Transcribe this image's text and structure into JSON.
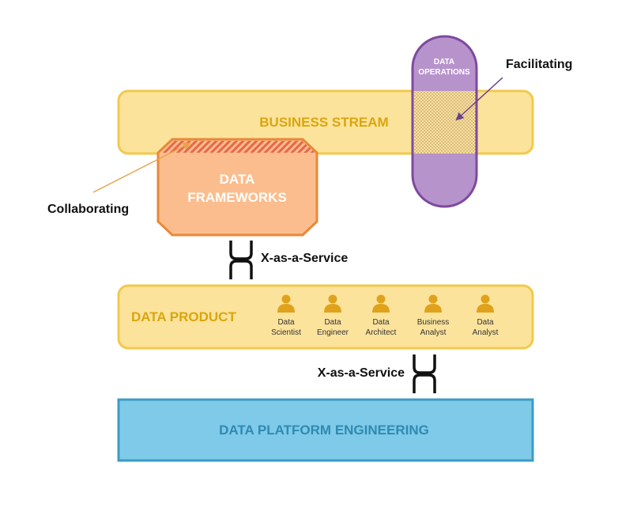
{
  "business_stream": {
    "label": "BUSINESS STREAM",
    "fill": "#fce39b",
    "stroke": "#f2c94c",
    "text_color": "#d9a60f"
  },
  "data_operations": {
    "label_line1": "DATA",
    "label_line2": "OPERATIONS",
    "fill": "#b793cc",
    "stroke": "#7e4a9e",
    "text_color": "#ffffff"
  },
  "facilitating": {
    "label": "Facilitating",
    "arrow_color": "#6b3f8c"
  },
  "data_frameworks": {
    "label_line1": "DATA",
    "label_line2": "FRAMEWORKS",
    "fill": "#fbbd8d",
    "stroke": "#e8883a",
    "text_color": "#ffffff",
    "hatch_color": "#e8674a"
  },
  "collaborating": {
    "label": "Collaborating",
    "arrow_color": "#e8a34a"
  },
  "xaas_top": {
    "label": "X-as-a-Service"
  },
  "xaas_bottom": {
    "label": "X-as-a-Service"
  },
  "data_product": {
    "label": "DATA PRODUCT",
    "fill": "#fce39b",
    "stroke": "#f2c94c",
    "text_color": "#d9a60f",
    "person_color": "#e0a21c",
    "roles": [
      {
        "line1": "Data",
        "line2": "Scientist"
      },
      {
        "line1": "Data",
        "line2": "Engineer"
      },
      {
        "line1": "Data",
        "line2": "Architect"
      },
      {
        "line1": "Business",
        "line2": "Analyst"
      },
      {
        "line1": "Data",
        "line2": "Analyst"
      }
    ]
  },
  "data_platform": {
    "label": "DATA PLATFORM ENGINEERING",
    "fill": "#7ecae8",
    "stroke": "#3c9cc4",
    "text_color": "#2f8ab3"
  }
}
